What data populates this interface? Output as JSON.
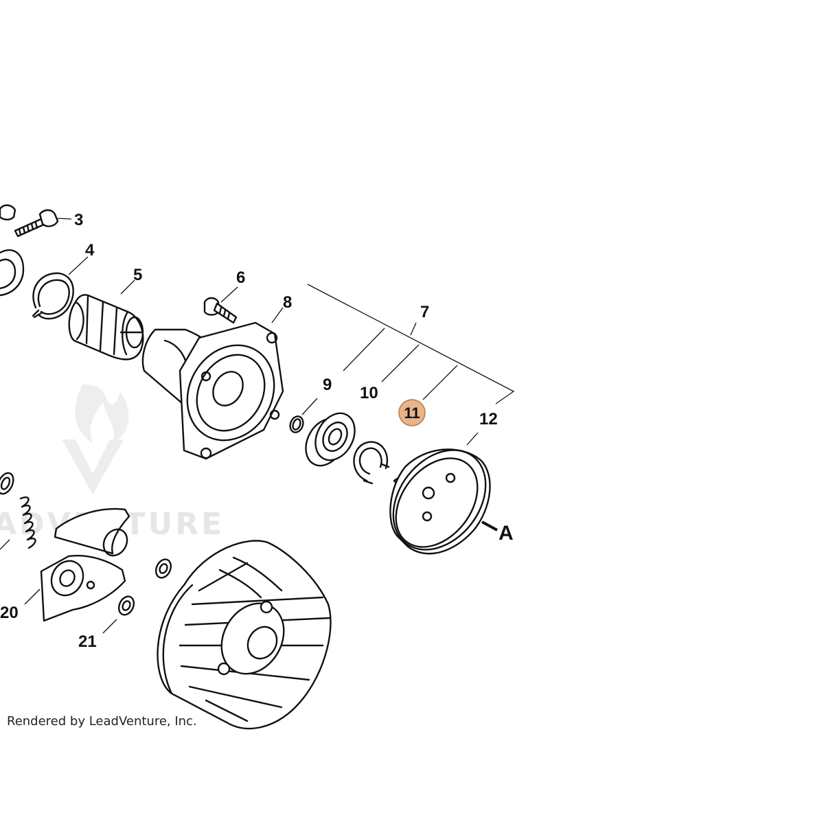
{
  "watermark": {
    "text": "ADVENTURE",
    "color": "#e4e4e4"
  },
  "credit": "Rendered by LeadVenture, Inc.",
  "highlight_color": "#e8b48a",
  "callouts": {
    "c3": "3",
    "c4": "4",
    "c5": "5",
    "c6": "6",
    "c7": "7",
    "c8": "8",
    "c9": "9",
    "c10": "10",
    "c11": "11",
    "c12": "12",
    "c20": "20",
    "c21": "21",
    "ref_a": "A"
  }
}
